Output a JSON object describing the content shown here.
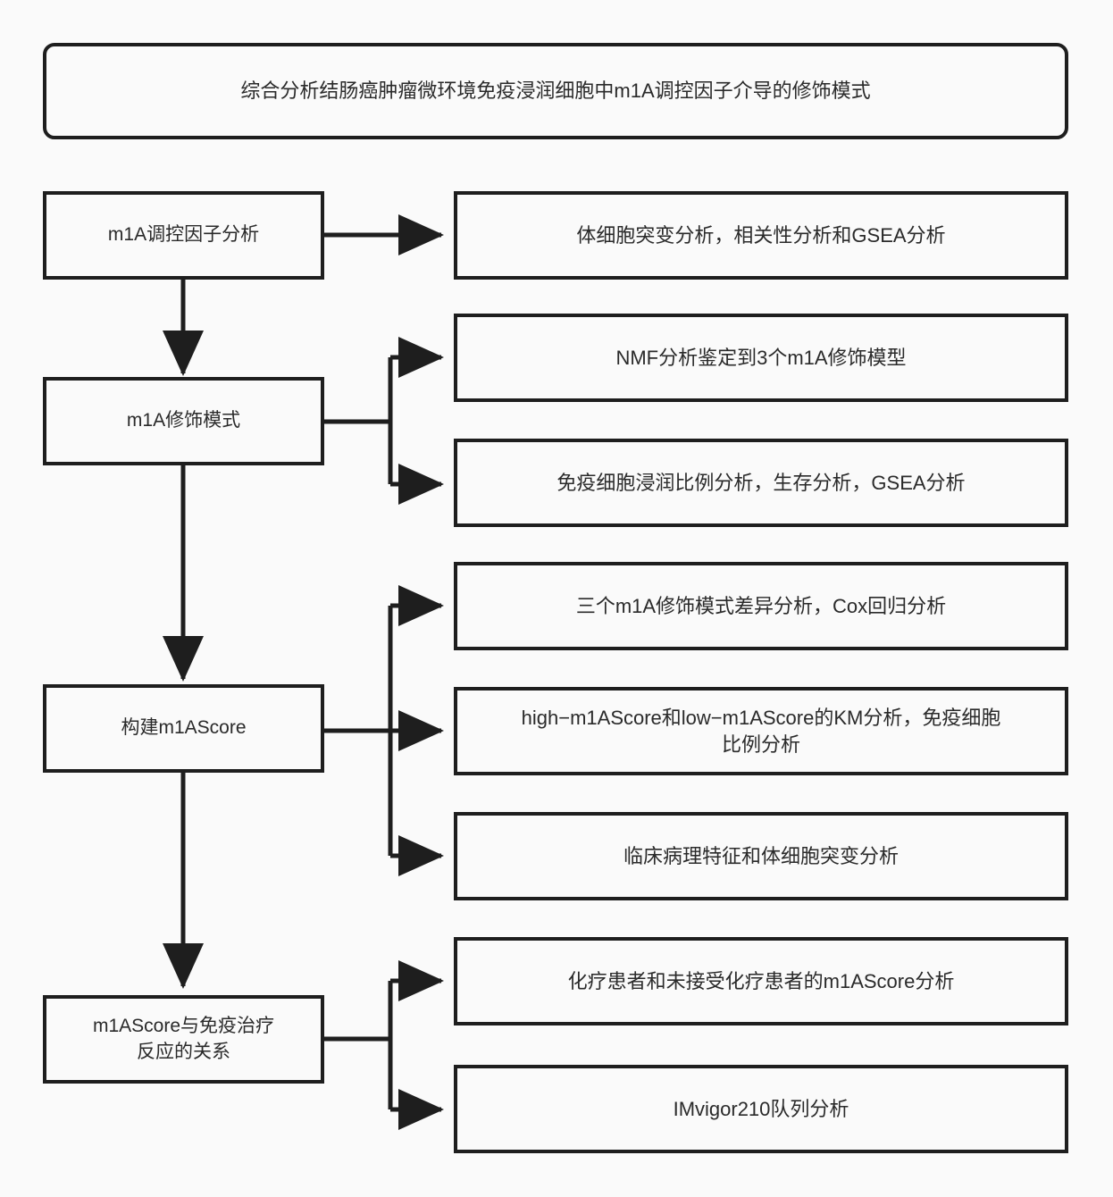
{
  "diagram": {
    "type": "flowchart",
    "orientation": "top-to-bottom with right branches",
    "language": "zh-CN",
    "colors": {
      "background": "#fafafa",
      "border": "#1e1e1e",
      "text": "#2a2a2a",
      "connector": "#1e1e1e"
    },
    "title": {
      "label": "综合分析结肠癌肿瘤微环境免疫浸润细胞中m1A调控因子介导的修饰模式"
    },
    "stages": [
      {
        "id": "stage-1",
        "label": "m1A调控因子分析"
      },
      {
        "id": "stage-2",
        "label": "m1A修饰模式"
      },
      {
        "id": "stage-3",
        "label": "构建m1AScore"
      },
      {
        "id": "stage-4",
        "label": "m1AScore与免疫治疗\n反应的关系"
      }
    ],
    "details": [
      {
        "id": "detail-1",
        "parent": "stage-1",
        "label": "体细胞突变分析，相关性分析和GSEA分析"
      },
      {
        "id": "detail-2",
        "parent": "stage-2",
        "label": "NMF分析鉴定到3个m1A修饰模型"
      },
      {
        "id": "detail-3",
        "parent": "stage-2",
        "label": "免疫细胞浸润比例分析，生存分析，GSEA分析"
      },
      {
        "id": "detail-4",
        "parent": "stage-3",
        "label": "三个m1A修饰模式差异分析，Cox回归分析"
      },
      {
        "id": "detail-5",
        "parent": "stage-3",
        "label": "high−m1AScore和low−m1AScore的KM分析，免疫细胞\n比例分析"
      },
      {
        "id": "detail-6",
        "parent": "stage-3",
        "label": "临床病理特征和体细胞突变分析"
      },
      {
        "id": "detail-7",
        "parent": "stage-4",
        "label": "化疗患者和未接受化疗患者的m1AScore分析"
      },
      {
        "id": "detail-8",
        "parent": "stage-4",
        "label": "IMvigor210队列分析"
      }
    ],
    "connections": [
      {
        "from": "stage-1",
        "to": "stage-2",
        "direction": "down"
      },
      {
        "from": "stage-2",
        "to": "stage-3",
        "direction": "down"
      },
      {
        "from": "stage-3",
        "to": "stage-4",
        "direction": "down"
      },
      {
        "from": "stage-1",
        "to": "detail-1",
        "direction": "right"
      },
      {
        "from": "stage-2",
        "to": "detail-2",
        "direction": "right-branch"
      },
      {
        "from": "stage-2",
        "to": "detail-3",
        "direction": "right-branch"
      },
      {
        "from": "stage-3",
        "to": "detail-4",
        "direction": "right-branch"
      },
      {
        "from": "stage-3",
        "to": "detail-5",
        "direction": "right-branch"
      },
      {
        "from": "stage-3",
        "to": "detail-6",
        "direction": "right-branch"
      },
      {
        "from": "stage-4",
        "to": "detail-7",
        "direction": "right-branch"
      },
      {
        "from": "stage-4",
        "to": "detail-8",
        "direction": "right-branch"
      }
    ]
  }
}
